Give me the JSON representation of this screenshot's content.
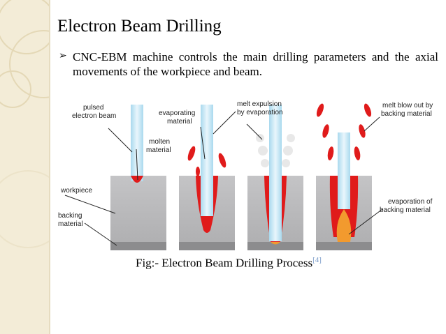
{
  "slide": {
    "title": "Electron Beam Drilling",
    "bullet_marker": "➢",
    "bullet_text": "CNC-EBM machine controls the main drilling parameters and the axial movements of the workpiece and beam."
  },
  "diagram": {
    "labels": {
      "pulsed_electron_beam": [
        "pulsed",
        "electron beam"
      ],
      "molten_material": [
        "molten",
        "material"
      ],
      "evaporating_material": [
        "evaporating",
        "material"
      ],
      "melt_expulsion": [
        "melt expulsion",
        "by evaporation"
      ],
      "melt_blow_out": [
        "melt blow out by",
        "backing material"
      ],
      "workpiece": "workpiece",
      "backing_material": [
        "backing",
        "material"
      ],
      "evaporation_backing": [
        "evaporation of",
        "backing material"
      ]
    },
    "colors": {
      "beam": "#a9d9ee",
      "workpiece": "#b9b9bb",
      "backing": "#8c8c8e",
      "molten": "#e01b1b",
      "evaporation": "#f29a2e"
    }
  },
  "caption": {
    "text": "Fig:- Electron Beam Drilling Process",
    "ref": "[4]"
  }
}
